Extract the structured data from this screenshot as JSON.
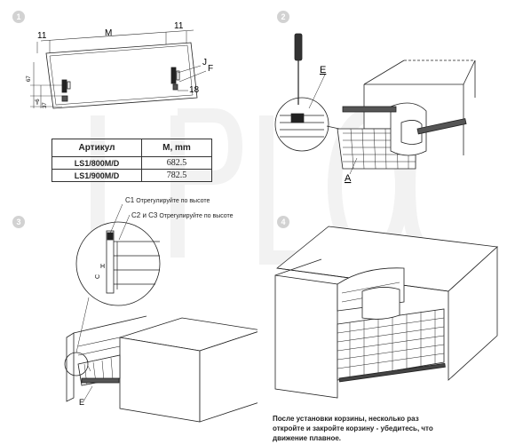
{
  "steps": [
    "1",
    "2",
    "3",
    "4"
  ],
  "panel1": {
    "dim_left": "11",
    "dim_middle": "M",
    "dim_right": "11",
    "label_j": "J",
    "label_f": "F",
    "dim_18": "18",
    "dim_vert_a": "67",
    "dim_vert_b": "≈6",
    "dim_vert_c": "37"
  },
  "table": {
    "headers": [
      "Артикул",
      "M, mm"
    ],
    "rows": [
      {
        "article": "LS1/800M/D",
        "m": "682.5"
      },
      {
        "article": "LS1/900M/D",
        "m": "782.5"
      }
    ]
  },
  "panel2": {
    "label_e": "E",
    "label_a": "A"
  },
  "panel3": {
    "c1_label": "C1",
    "c1_text": "Отрегулируйте по высоте",
    "c23_label": "C2 и C3",
    "c23_text": "Отрегулируйте по высоте",
    "label_e": "E",
    "label_h": "H",
    "label_c": "C"
  },
  "panel4": {
    "note": "После установки корзины, несколько раз откройте и закройте корзину - убедитесь, что движение плавное."
  }
}
